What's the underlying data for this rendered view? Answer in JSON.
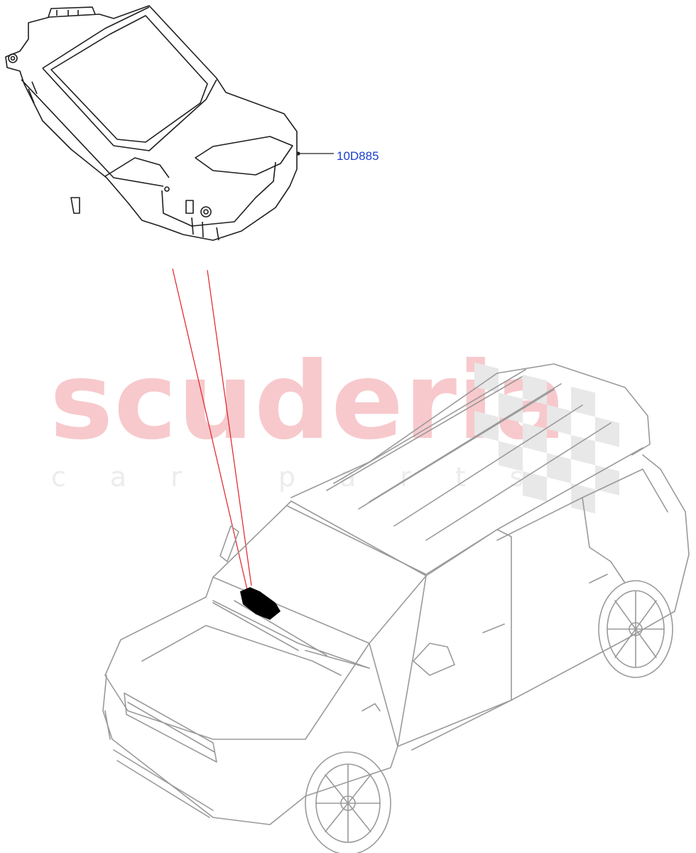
{
  "watermark": {
    "brand": "scuderia",
    "tagline": "car parts"
  },
  "callout": {
    "part_number": "10D885",
    "label_color": "#1a3fcf",
    "leader_color": "#222222"
  },
  "pointer_color": "#e0202a",
  "outline_color": "#1e1e1e",
  "vehicle_outline_color": "#9a9a9a"
}
